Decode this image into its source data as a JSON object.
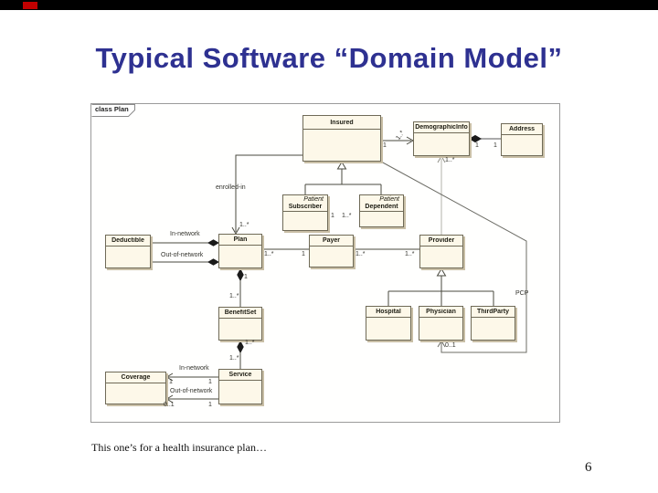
{
  "slide": {
    "title": "Typical Software “Domain Model”",
    "caption": "This one’s for a health insurance plan…",
    "page_number": "6",
    "accent_color": "#c00000"
  },
  "diagram": {
    "frame_label": "class Plan",
    "classes": [
      {
        "name": "Insured",
        "stereotype": ""
      },
      {
        "name": "DemographicInfo",
        "stereotype": ""
      },
      {
        "name": "Address",
        "stereotype": ""
      },
      {
        "name": "Subscriber",
        "stereotype": "Patient"
      },
      {
        "name": "Dependent",
        "stereotype": "Patient"
      },
      {
        "name": "Deductible",
        "stereotype": ""
      },
      {
        "name": "Plan",
        "stereotype": ""
      },
      {
        "name": "Payer",
        "stereotype": ""
      },
      {
        "name": "Provider",
        "stereotype": ""
      },
      {
        "name": "BenefitSet",
        "stereotype": ""
      },
      {
        "name": "Hospital",
        "stereotype": ""
      },
      {
        "name": "Physician",
        "stereotype": ""
      },
      {
        "name": "ThirdParty",
        "stereotype": ""
      },
      {
        "name": "Coverage",
        "stereotype": ""
      },
      {
        "name": "Service",
        "stereotype": ""
      }
    ],
    "labels": [
      {
        "text": "enrolled-in"
      },
      {
        "text": "1..*"
      },
      {
        "text": "In-network"
      },
      {
        "text": "Out-of-network"
      },
      {
        "text": "1"
      },
      {
        "text": "1..*"
      },
      {
        "text": "1"
      },
      {
        "text": "1"
      },
      {
        "text": "1..*"
      },
      {
        "text": "1"
      },
      {
        "text": "1..*"
      },
      {
        "text": "1..*"
      },
      {
        "text": "1"
      },
      {
        "text": "1..*"
      },
      {
        "text": "1..*"
      },
      {
        "text": "1"
      },
      {
        "text": "1..*"
      },
      {
        "text": "1..*"
      },
      {
        "text": "1..*"
      },
      {
        "text": "In-network"
      },
      {
        "text": "1"
      },
      {
        "text": "1"
      },
      {
        "text": "Out-of-network"
      },
      {
        "text": "0..1"
      },
      {
        "text": "1"
      },
      {
        "text": "0..1"
      },
      {
        "text": "PCP"
      }
    ]
  }
}
